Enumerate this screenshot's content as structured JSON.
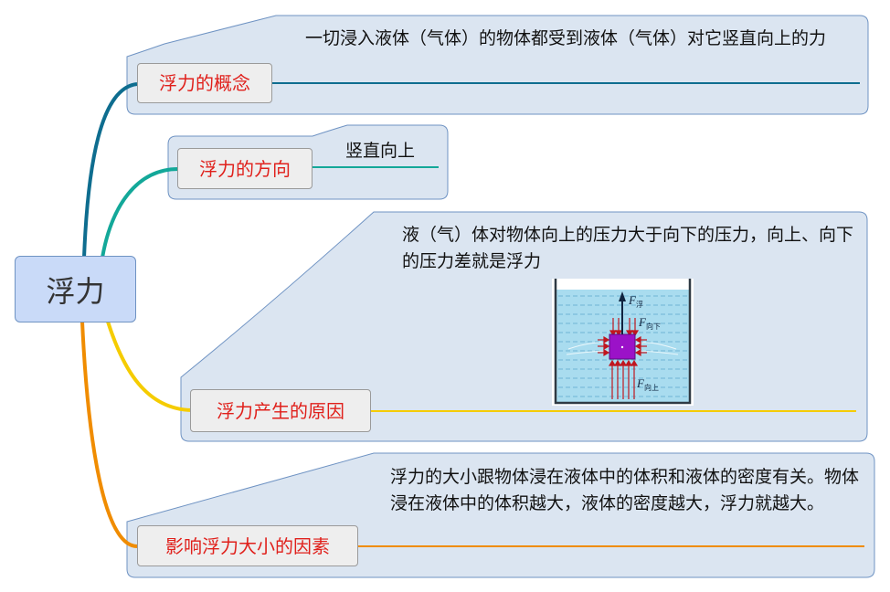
{
  "central_topic": {
    "label": "浮力"
  },
  "branches": [
    {
      "label": "浮力的概念",
      "note": "一切浸入液体（气体）的物体都受到液体（气体）对它竖直向上的力",
      "color": "#0e6d8f"
    },
    {
      "label": "浮力的方向",
      "note": "竖直向上",
      "color": "#13a899"
    },
    {
      "label": "浮力产生的原因",
      "note": "液（气）体对物体向上的压力大于向下的压力，向上、向下的压力差就是浮力",
      "color": "#f5cc00",
      "figure": {
        "label_up": "F",
        "label_up_sub": "浮",
        "label_down": "F",
        "label_down_sub": "向下",
        "label_bottom": "F",
        "label_bottom_sub": "向上"
      }
    },
    {
      "label": "影响浮力大小的因素",
      "note": "浮力的大小跟物体浸在液体中的体积和液体的密度有关。物体浸在液体中的体积越大，液体的密度越大，浮力就越大。",
      "color": "#f08c00"
    }
  ],
  "colors": {
    "callout_fill": "#dbe5f1",
    "callout_border": "#6f93c3",
    "topic_text": "#e0201b",
    "water": "#a9dcef",
    "block": "#9b12c8",
    "arrow": "#c0161f"
  }
}
